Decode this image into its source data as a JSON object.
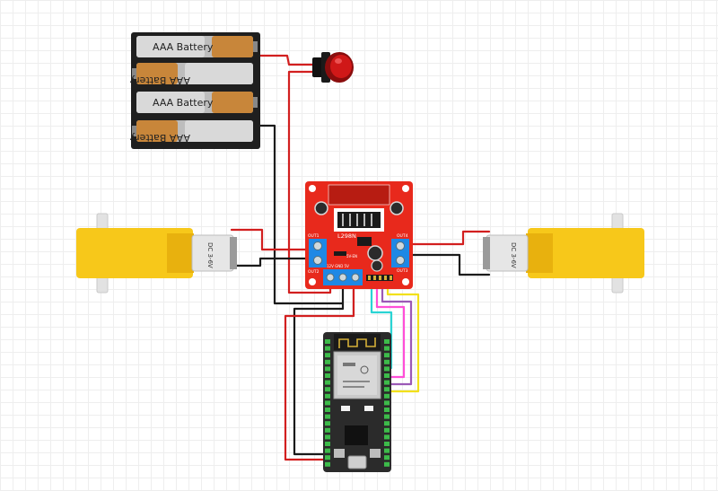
{
  "battery_pack": {
    "cells": [
      {
        "label": "AAA Battery",
        "orientation": "normal"
      },
      {
        "label": "AAA Battery",
        "orientation": "flipped"
      },
      {
        "label": "AAA Battery",
        "orientation": "normal"
      },
      {
        "label": "AAA Battery",
        "orientation": "flipped"
      }
    ]
  },
  "driver_board": {
    "chip_label": "L298N",
    "out1_label": "OUT1",
    "out2_label": "OUT2",
    "out3_label": "OUT3",
    "out4_label": "OUT4",
    "power_label": "12V GND 5V",
    "enable_label": "5V-EN"
  },
  "motors": {
    "left_label": "DC 3-6V",
    "right_label": "DC 3-6V"
  },
  "colors": {
    "wire_red": "#d21f1f",
    "wire_black": "#1a1a1a",
    "wire_cyan": "#2ad4d4",
    "wire_pink": "#ff4fd8",
    "wire_purple": "#9b59b6",
    "wire_yellow": "#f2e01b",
    "motor_yellow": "#f7c81a",
    "board_red": "#e8291c",
    "terminal_blue": "#1e88e5",
    "esp_board": "#2b2b2b",
    "button_red": "#d01818"
  }
}
